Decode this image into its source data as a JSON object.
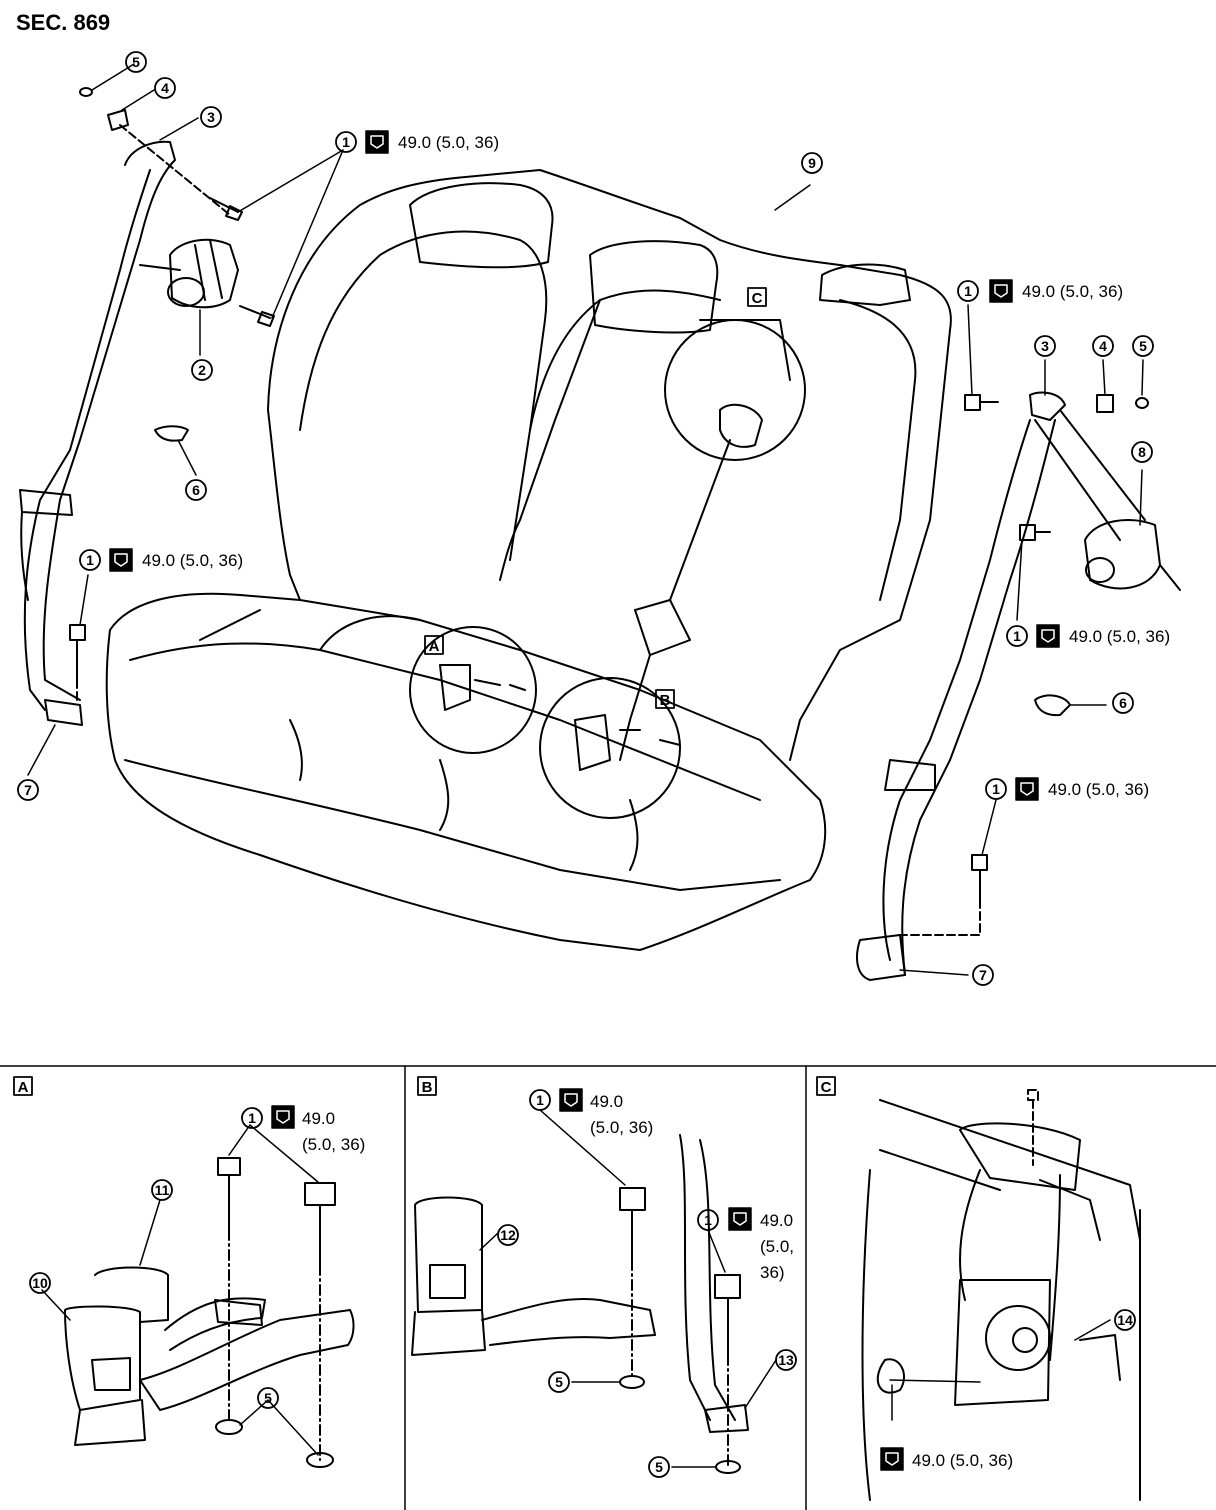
{
  "section_title": "SEC. 869",
  "torque_spec": "49.0 (5.0, 36)",
  "torque_split": {
    "a": "49.0",
    "b": "(5.0, 36)"
  },
  "torque_split3": {
    "a": "49.0",
    "b": "(5.0, 36)",
    "c": "(5.0,",
    "d": "36)"
  },
  "detail_letters": {
    "a": "A",
    "b": "B",
    "c": "C"
  },
  "callouts": [
    "1",
    "2",
    "3",
    "4",
    "5",
    "6",
    "7",
    "8",
    "9",
    "10",
    "11",
    "12",
    "13",
    "14"
  ]
}
